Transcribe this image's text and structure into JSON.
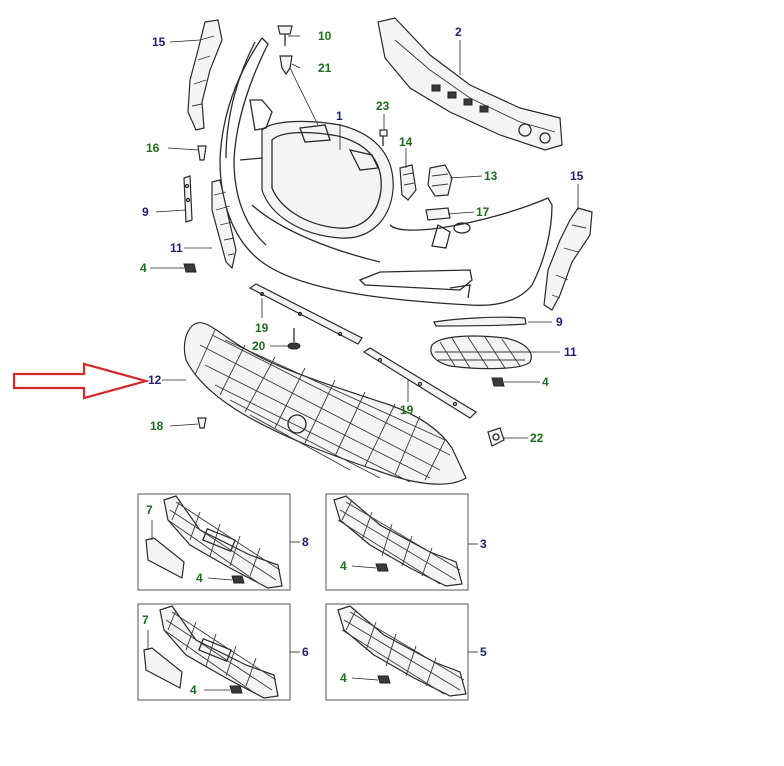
{
  "colors": {
    "label_blue": "#1a1f6e",
    "label_green": "#1e6b1e",
    "arrow": "#d12a2a",
    "line": "#2a2a2a"
  },
  "labels": {
    "l1": "1",
    "l2": "2",
    "l3": "3",
    "l4a": "4",
    "l4b": "4",
    "l4c": "4",
    "l4d": "4",
    "l4e": "4",
    "l4f": "4",
    "l5": "5",
    "l6": "6",
    "l7a": "7",
    "l7b": "7",
    "l8": "8",
    "l9a": "9",
    "l9b": "9",
    "l10": "10",
    "l11a": "11",
    "l11b": "11",
    "l12": "12",
    "l13": "13",
    "l14": "14",
    "l15a": "15",
    "l15b": "15",
    "l16": "16",
    "l17": "17",
    "l18": "18",
    "l19a": "19",
    "l19b": "19",
    "l20": "20",
    "l21": "21",
    "l22": "22",
    "l23": "23"
  },
  "icons": {
    "pointer_arrow": "red-outline-arrow-icon"
  }
}
